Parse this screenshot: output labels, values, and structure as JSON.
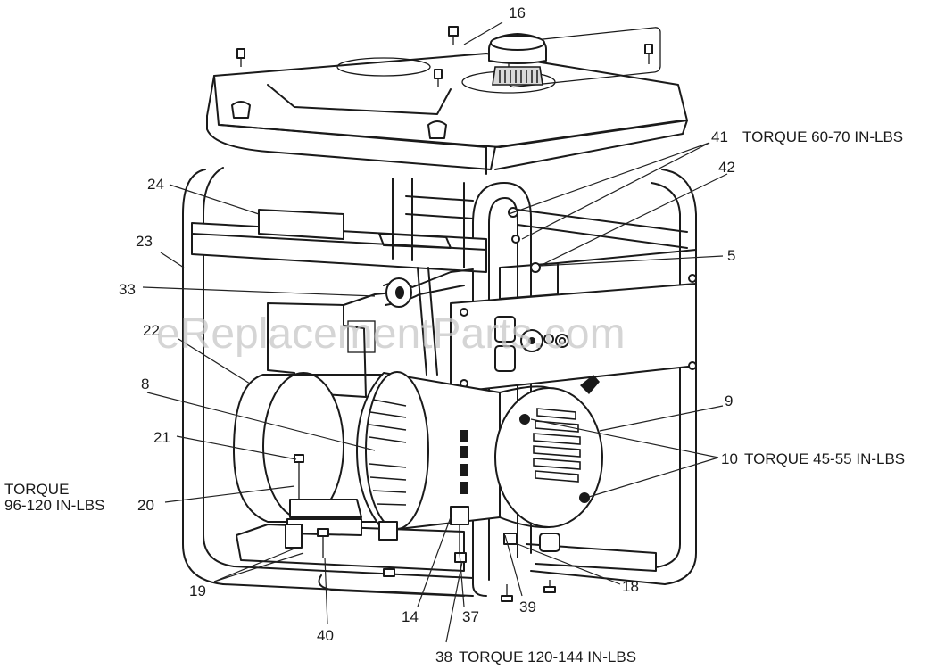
{
  "watermark": "eReplacementParts.com",
  "callouts": {
    "c16": "16",
    "c41": "41",
    "c41_note": "TORQUE 60-70 IN-LBS",
    "c42": "42",
    "c24": "24",
    "c23": "23",
    "c5": "5",
    "c33": "33",
    "c22": "22",
    "c8": "8",
    "c9": "9",
    "c21": "21",
    "c10": "10",
    "c10_note": "TORQUE 45-55 IN-LBS",
    "c20_note_line1": "TORQUE",
    "c20_note_line2": "96-120 IN-LBS",
    "c20": "20",
    "c19": "19",
    "c18": "18",
    "c39": "39",
    "c14": "14",
    "c37": "37",
    "c40": "40",
    "c38": "38",
    "c38_note": "TORQUE 120-144 IN-LBS"
  }
}
